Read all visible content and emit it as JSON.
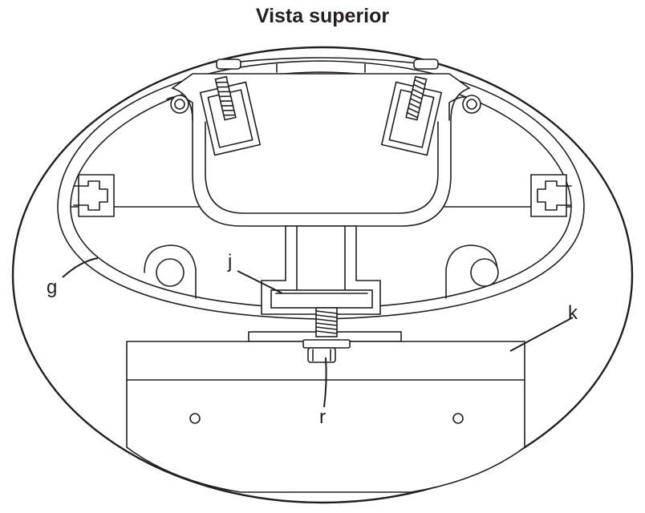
{
  "title": "Vista superior",
  "callouts": {
    "g": "g",
    "j": "j",
    "k": "k",
    "r": "r"
  }
}
